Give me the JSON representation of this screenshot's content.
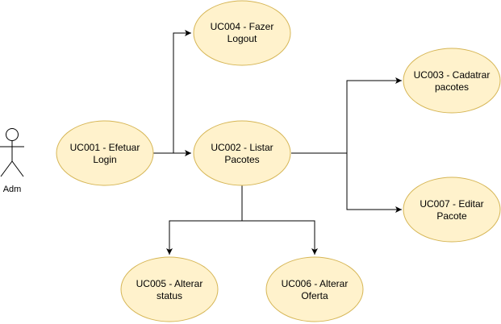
{
  "diagram": {
    "colors": {
      "ellipse_fill": "#fff2cc",
      "ellipse_stroke": "#d6b656",
      "line": "#000000"
    },
    "actor": {
      "label": "Adm",
      "icon": "stick-figure-icon"
    },
    "use_cases": {
      "uc001": {
        "line1": "UC001 - Efetuar",
        "line2": "Login"
      },
      "uc002": {
        "line1": "UC002 - Listar",
        "line2": "Pacotes"
      },
      "uc003": {
        "line1": "UC003 - Cadatrar",
        "line2": "pacotes"
      },
      "uc004": {
        "line1": "UC004 - Fazer",
        "line2": "Logout"
      },
      "uc005": {
        "line1": "UC005 - Alterar",
        "line2": "status"
      },
      "uc006": {
        "line1": "UC006 - Alterar",
        "line2": "Oferta"
      },
      "uc007": {
        "line1": "UC007 - Editar",
        "line2": "Pacote"
      }
    },
    "connections": [
      {
        "from": "UC001",
        "to": "UC004"
      },
      {
        "from": "UC001",
        "to": "UC002"
      },
      {
        "from": "UC002",
        "to": "UC003"
      },
      {
        "from": "UC002",
        "to": "UC007"
      },
      {
        "from": "UC002",
        "to": "UC005"
      },
      {
        "from": "UC002",
        "to": "UC006"
      }
    ]
  }
}
